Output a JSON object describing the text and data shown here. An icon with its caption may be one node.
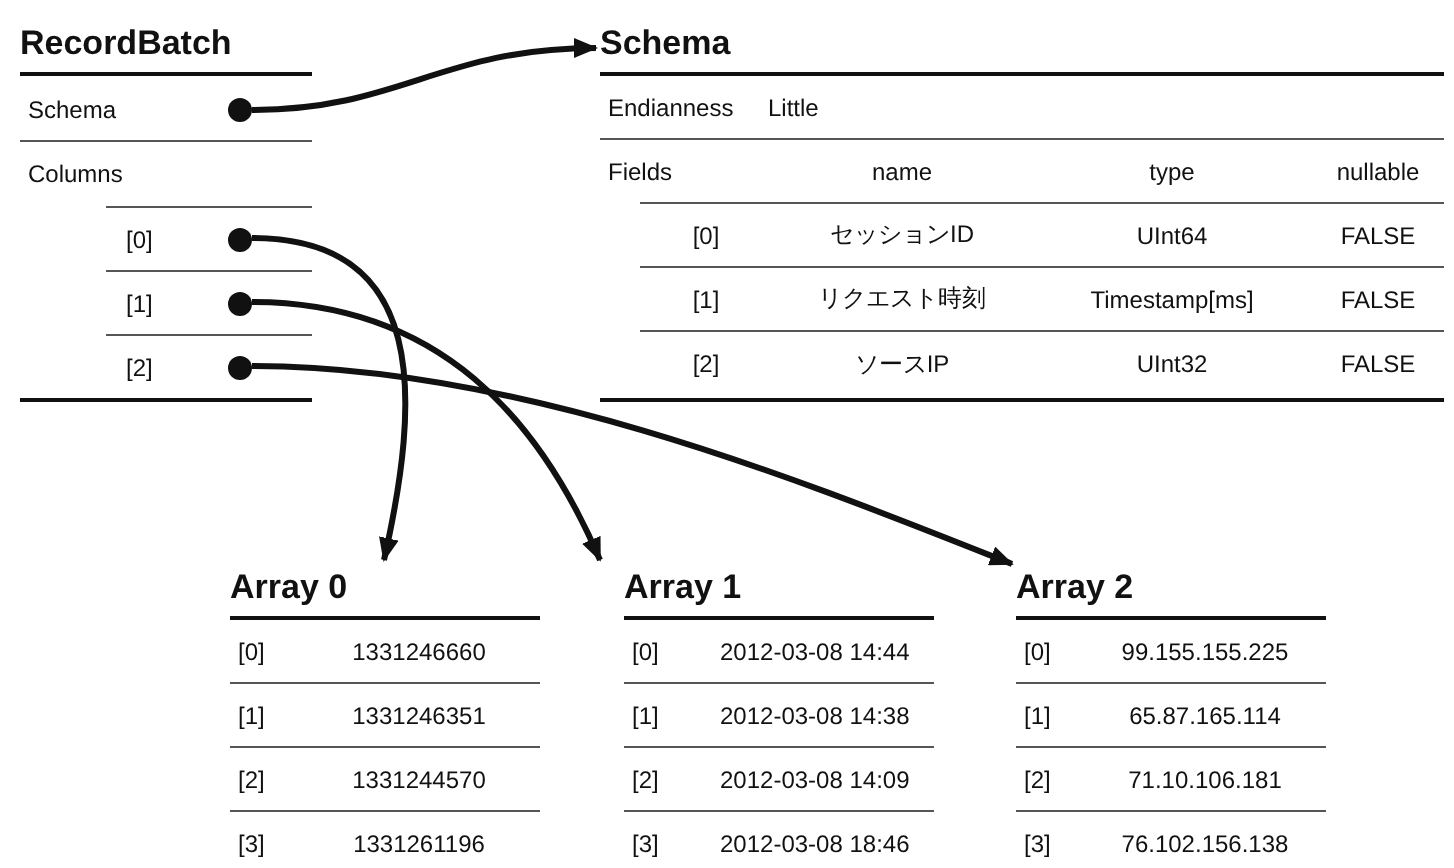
{
  "diagram": {
    "nodes": [
      {
        "text": [
          "RecordBatch"
        ]
      },
      {
        "text": [
          "Schema"
        ],
        "in": 0
      },
      {
        "text": [],
        "shape": "circle",
        "in": 1
      },
      {
        "text": [
          "Columns"
        ],
        "in": 0
      },
      {
        "text": [
          "[0]"
        ],
        "in": 0
      },
      {
        "text": [],
        "shape": "circle",
        "in": 4
      },
      {
        "text": [
          "[1]"
        ],
        "in": 0
      },
      {
        "text": [],
        "shape": "circle",
        "in": 6
      },
      {
        "text": [
          "[2]"
        ],
        "in": 0
      },
      {
        "text": [],
        "shape": "circle",
        "in": 8
      },
      {
        "text": [
          "Schema",
          "Endianness",
          "Little",
          "Fields",
          "name",
          "type",
          "nullable",
          "[0]",
          "セッションID",
          "UInt64",
          "FALSE",
          "[1]",
          "リクエスト時刻",
          "Timestamp[ms]",
          "FALSE",
          "[2]",
          "ソースIP",
          "UInt32",
          "FALSE"
        ]
      },
      {
        "text": [
          "Array 0",
          "[0]",
          "1331246660",
          "[1]",
          "1331246351",
          "[2]",
          "1331244570",
          "[3]",
          "1331261196"
        ]
      },
      {
        "text": [
          "Array 1",
          "[0]",
          "2012-03-08 14:44",
          "[1]",
          "2012-03-08 14:38",
          "[2]",
          "2012-03-08 14:09",
          "[3]",
          "2012-03-08 18:46"
        ]
      },
      {
        "text": [
          "Array 2",
          "[0]",
          "99.155.155.225",
          "[1]",
          "65.87.165.114",
          "[2]",
          "71.10.106.181",
          "[3]",
          "76.102.156.138"
        ]
      }
    ],
    "edges": [
      {
        "from": 2,
        "to": 10,
        "arrow": "to"
      },
      {
        "from": 5,
        "to": 11,
        "arrow": "to"
      },
      {
        "from": 7,
        "to": 12,
        "arrow": "to"
      },
      {
        "from": 9,
        "to": 13,
        "arrow": "to"
      }
    ]
  }
}
